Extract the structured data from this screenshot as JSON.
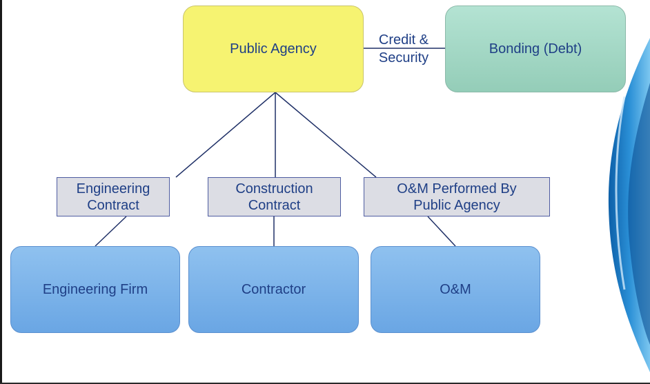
{
  "nodes": {
    "public_agency": "Public Agency",
    "bonding": "Bonding (Debt)",
    "engineering_firm": "Engineering Firm",
    "contractor": "Contractor",
    "om": "O&M"
  },
  "relationship": {
    "line1": "Credit &",
    "line2": "Security"
  },
  "contracts": {
    "engineering": [
      "Engineering",
      "Contract"
    ],
    "construction": [
      "Construction",
      "Contract"
    ],
    "om": [
      "O&M Performed By",
      "Public Agency"
    ]
  },
  "colors": {
    "text": "#1f3f86",
    "agency_fill": "#f6f371",
    "bonding_fill": "#a6dac7",
    "contract_fill": "#dcdde4",
    "party_fill": "#7eb4ea",
    "connector": "#1e2f66",
    "accent_swoosh": "#2a8fd6"
  }
}
